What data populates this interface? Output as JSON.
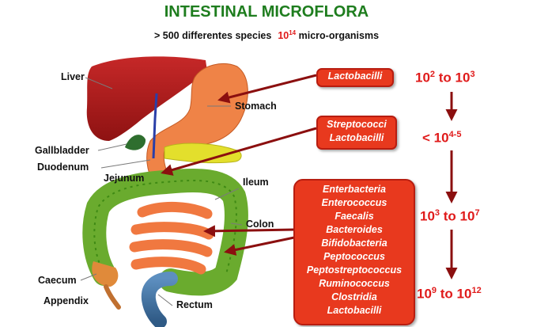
{
  "title": "INTESTINAL MICROFLORA",
  "subtitle": {
    "species": "> 500 differentes species",
    "org_base": "10",
    "org_exp": "14",
    "org_text": " micro-organisms"
  },
  "labels": {
    "liver": "Liver",
    "stomach": "Stomach",
    "gallbladder": "Gallbladder",
    "duodenum": "Duodenum",
    "jejunum": "Jejunum",
    "ileum": "Ileum",
    "colon": "Colon",
    "caecum": "Caecum",
    "appendix": "Appendix",
    "rectum": "Rectum"
  },
  "boxes": {
    "stomach": [
      "Lactobacilli"
    ],
    "jejunum": [
      "Streptococci",
      "Lactobacilli"
    ],
    "colon": [
      "Enterbacteria",
      "Enterococcus",
      "Faecalis",
      "Bacteroides",
      "Bifidobacteria",
      "Peptococcus",
      "Peptostreptococcus",
      "Ruminococcus",
      "Clostridia",
      "Lactobacilli"
    ]
  },
  "counts": {
    "c1": {
      "a": "10",
      "a_exp": "2",
      "mid": " to ",
      "b": "10",
      "b_exp": "3"
    },
    "c2": {
      "a": "< 10",
      "a_exp": "4-5"
    },
    "c3": {
      "a": "10",
      "a_exp": "3",
      "mid": " to ",
      "b": "10",
      "b_exp": "7"
    },
    "c4": {
      "a": "10",
      "a_exp": "9",
      "mid": " to ",
      "b": "10",
      "b_exp": "12"
    }
  },
  "colors": {
    "title": "#1e7d1e",
    "count": "#e01b1b",
    "box": "#e8391e",
    "arrow": "#8b0f0f",
    "liver": "#b01c1c",
    "stomach": "#ef8347",
    "colon": "#6aab2e",
    "small_intestine": "#f07840",
    "rectum": "#4a79a8"
  }
}
